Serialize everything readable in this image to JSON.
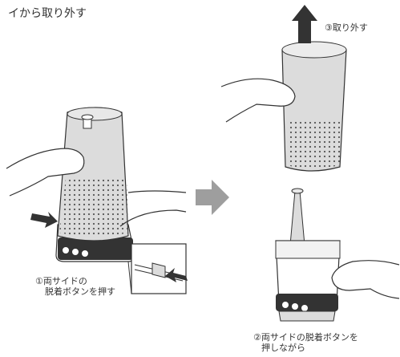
{
  "heading": "イから取り外す",
  "steps": {
    "step1_line1": "①両サイドの",
    "step1_line2": "脱着ボタンを押す",
    "step2_line1": "②両サイドの脱着ボタンを",
    "step2_line2": "押しながら",
    "step3": "③取り外す"
  },
  "icons": [
    "hand-icon",
    "speaker-icon",
    "arrow-right-icon",
    "arrow-up-icon",
    "stand-icon",
    "release-button-icon"
  ],
  "colors": {
    "speaker_body": "#dcdcdc",
    "arrow": "#9e9e9e",
    "line": "#333333",
    "hole": "#555555"
  }
}
